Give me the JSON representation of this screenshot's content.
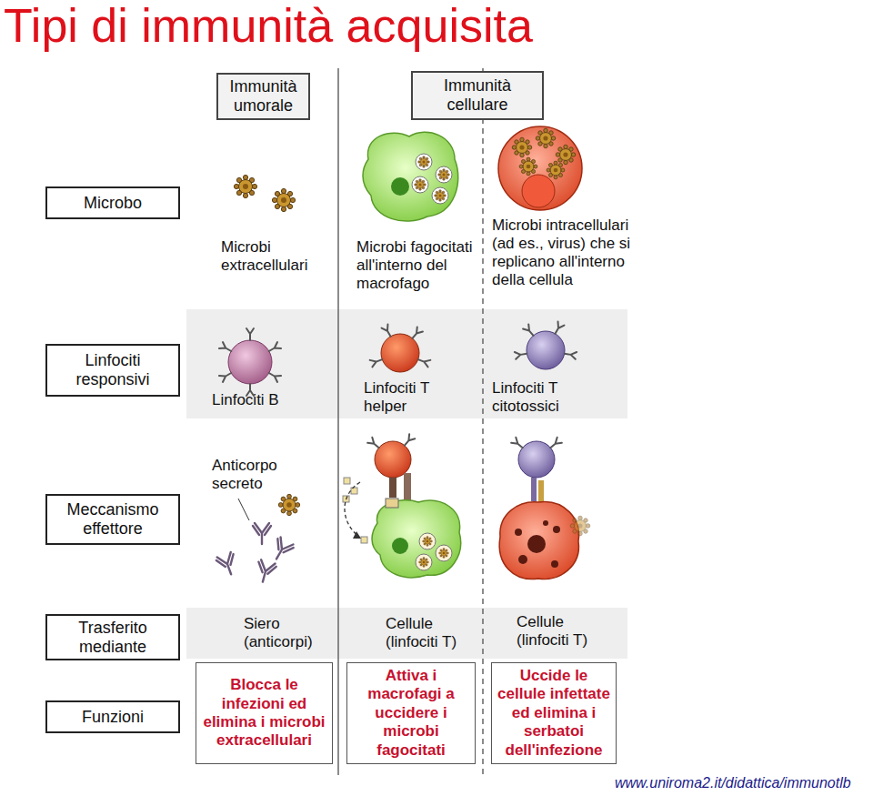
{
  "diagram": {
    "title": "Tipi di immunità acquisita",
    "nodes": [
      {
        "text": [
          "Immunità umorale"
        ]
      },
      {
        "text": [
          "Immunità cellulare"
        ]
      },
      {
        "text": [
          "Microbo"
        ]
      },
      {
        "text": [
          "Linfociti responsivi"
        ]
      },
      {
        "text": [
          "Meccanismo effettore"
        ]
      },
      {
        "text": [
          "Trasferito mediante"
        ]
      },
      {
        "text": [
          "Funzioni"
        ]
      },
      {
        "text": [
          "Blocca le infezioni ed elimina i microbi extracellulari"
        ]
      },
      {
        "text": [
          "Attiva i macrofagi a uccidere i microbi fagocitati"
        ]
      },
      {
        "text": [
          "Uccide le cellule infettate ed elimina i serbatoi dell'infezione"
        ]
      }
    ],
    "labels": [
      "Microbi extracellulari",
      "Microbi fagocitati all'interno del macrofago",
      "Microbi intracellulari (ad es., virus) che si replicano all'interno della cellula",
      "Linfociti B",
      "Linfociti T helper",
      "Linfociti T citotossici",
      "Anticorpo secreto",
      "Siero (anticorpi)",
      "Cellule (linfociti T)",
      "Cellule (linfociti T)",
      "www.uniroma2.it/didattica/immunotlb"
    ]
  }
}
